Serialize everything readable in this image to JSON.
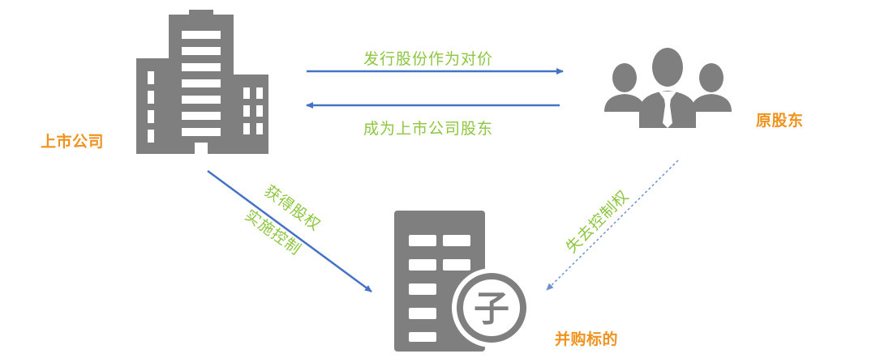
{
  "colors": {
    "icon": "#7f7f7f",
    "node_label": "#f0921e",
    "edge_label": "#8dc63f",
    "arrow": "#4472c4",
    "dashed_arrow": "#6f8fd0"
  },
  "nodes": {
    "listed_company": {
      "label": "上市公司",
      "icon": "office-building-icon"
    },
    "original_shareholders": {
      "label": "原股东",
      "icon": "people-group-icon"
    },
    "target": {
      "label": "并购标的",
      "icon": "subsidiary-building-icon",
      "badge": "子"
    }
  },
  "edges": {
    "issue_shares": {
      "label": "发行股份作为对价",
      "from": "listed_company",
      "to": "original_shareholders"
    },
    "become_shareholders": {
      "label": "成为上市公司股东",
      "from": "original_shareholders",
      "to": "listed_company"
    },
    "acquire_equity": {
      "label_line1": "获得股权",
      "label_line2": "实施控制",
      "from": "listed_company",
      "to": "target"
    },
    "lose_control": {
      "label": "失去控制权",
      "from": "original_shareholders",
      "to": "target",
      "style": "dashed"
    }
  }
}
